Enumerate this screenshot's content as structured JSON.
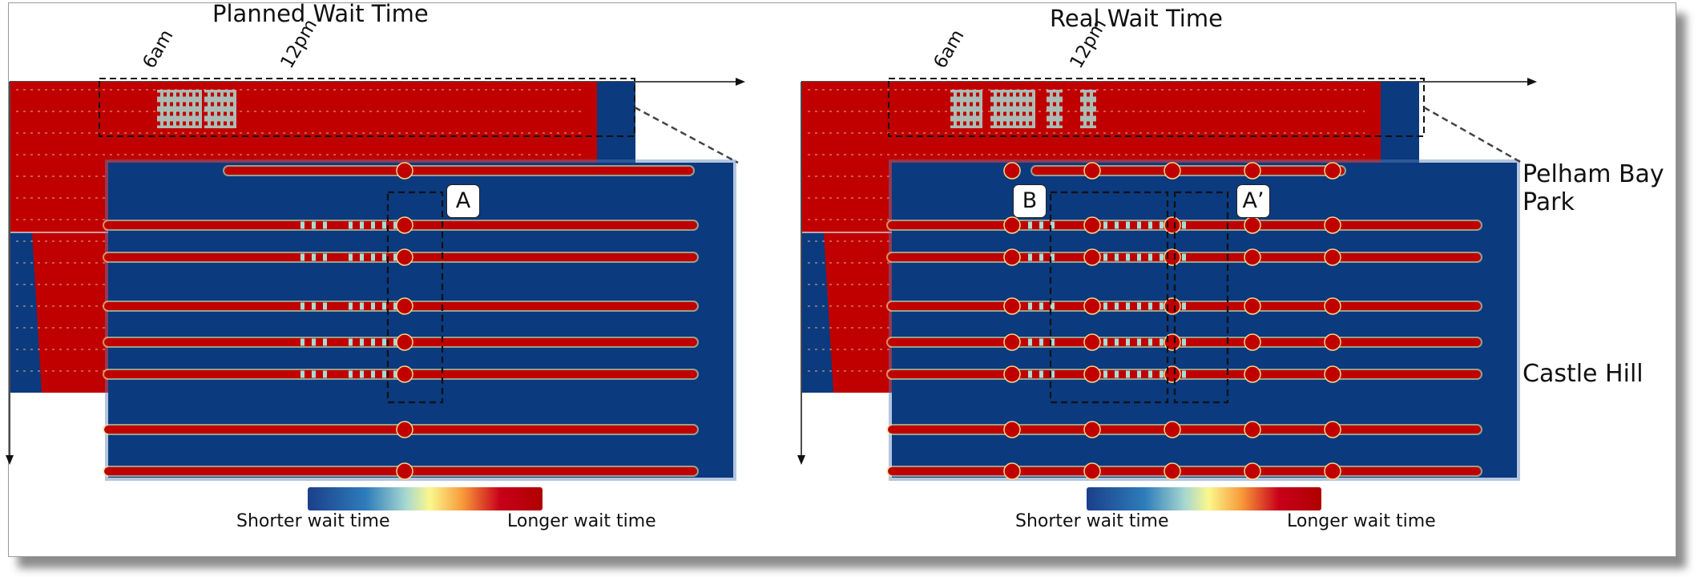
{
  "panels": [
    {
      "id": "planned",
      "title": "Planned Wait Time",
      "ticks": [
        "6am",
        "12pm"
      ],
      "callouts": [
        "A"
      ]
    },
    {
      "id": "real",
      "title": "Real Wait Time",
      "ticks": [
        "6am",
        "12pm"
      ],
      "callouts": [
        "B",
        "A’"
      ]
    }
  ],
  "stations": {
    "top": "Pelham Bay\nPark",
    "bottom": "Castle Hill"
  },
  "colorbar": {
    "low_label": "Shorter wait time",
    "high_label": "Longer wait time",
    "colors": [
      "#1b3f8a",
      "#2f7dbb",
      "#a8d8d0",
      "#fbf78c",
      "#f89a3a",
      "#c8001a",
      "#b00000"
    ]
  },
  "colors": {
    "background": "#0b3a7e",
    "long": "#c00000",
    "short": "#a8dcd4"
  }
}
